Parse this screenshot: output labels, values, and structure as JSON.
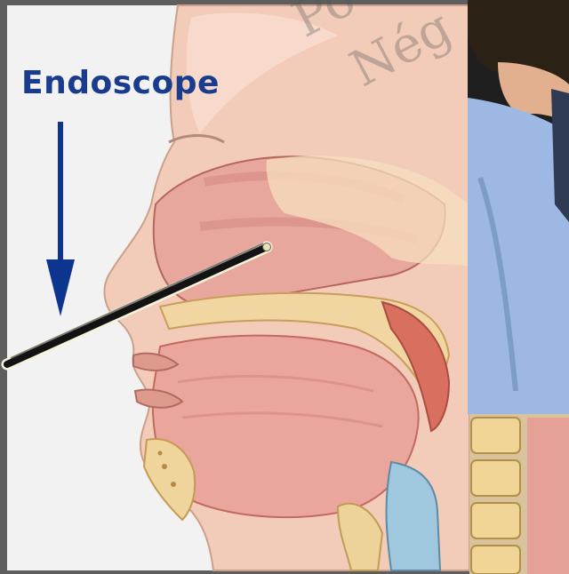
{
  "diagram": {
    "callout_label": "Endoscope",
    "watermark": {
      "line1": "Po",
      "line2": "Nég"
    }
  },
  "colors": {
    "label": "#1a3c8f",
    "arrow": "#0d3590",
    "background": "#f1f1f1",
    "skin": "#f2c8b6",
    "tissue": "#e9a69b",
    "tissue_dark": "#d97a70",
    "bone": "#f0d9a4",
    "scope_tube": "#151515",
    "shirt": "#9ab6e0"
  },
  "icons": {
    "arrow": "down-arrow-icon"
  }
}
